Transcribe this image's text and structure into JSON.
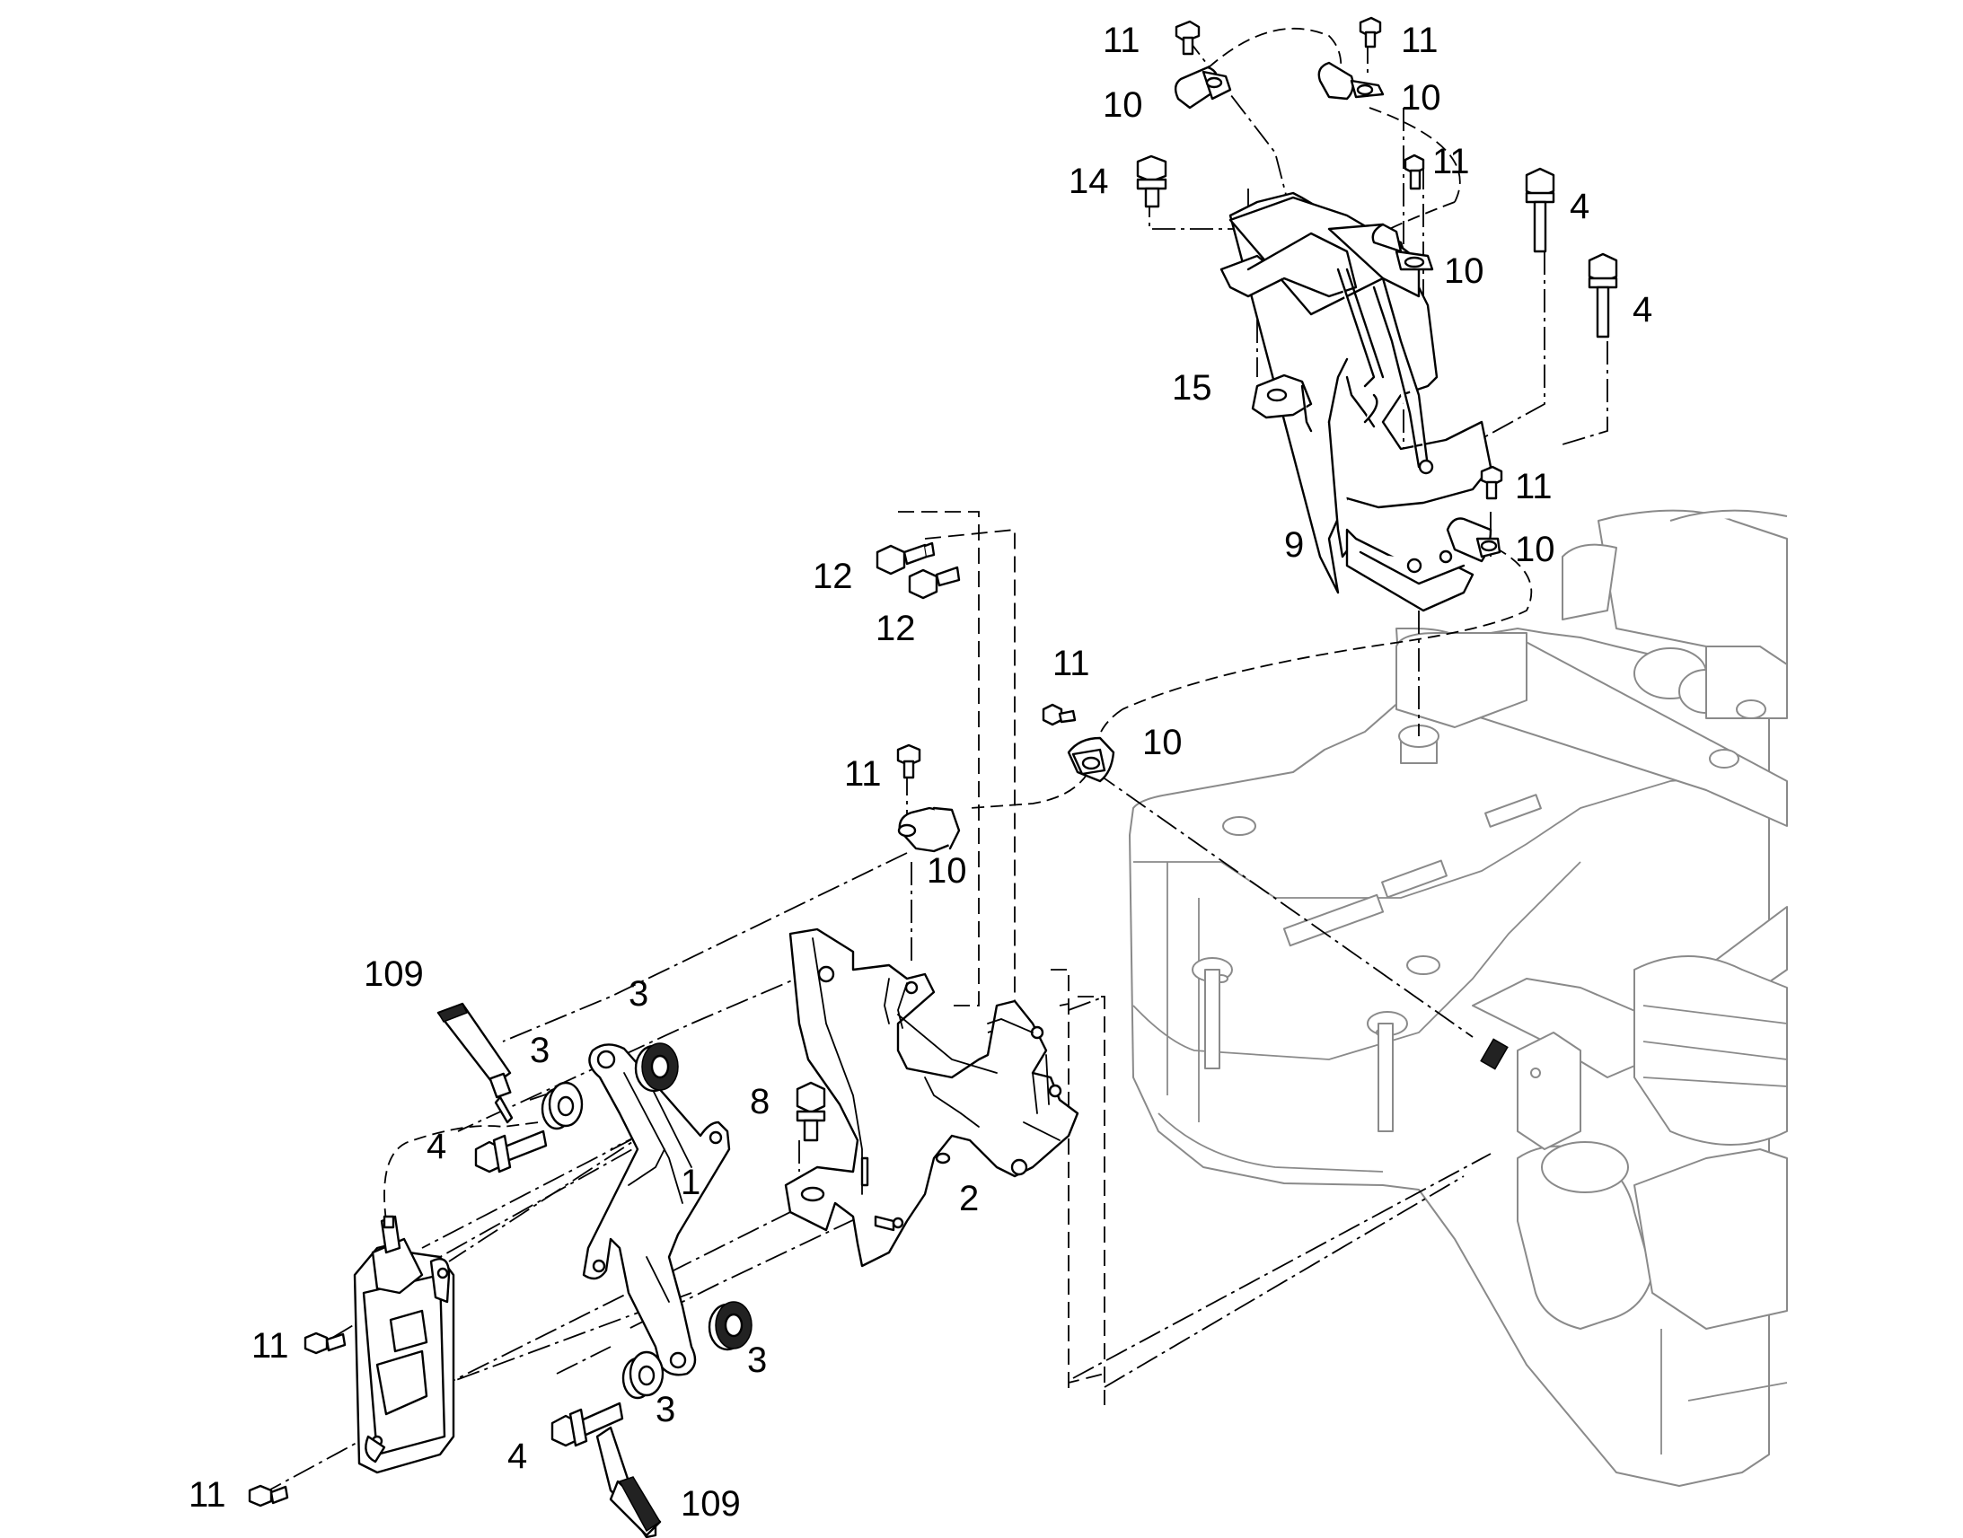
{
  "callouts": {
    "c11_top_left": "11",
    "c11_top_right": "11",
    "c10_top_left": "10",
    "c10_top_right": "10",
    "c14": "14",
    "c11_upper_mid": "11",
    "c4_upper": "4",
    "c10_upper_mid": "10",
    "c4_upper_2": "4",
    "c15": "15",
    "c11_bracket9": "11",
    "c9": "9",
    "c10_bracket9": "10",
    "c12_a": "12",
    "c12_b": "12",
    "c11_mid": "11",
    "c10_mid": "10",
    "c11_left_mid": "11",
    "c10_left_mid": "10",
    "c109_top": "109",
    "c3_a": "3",
    "c3_b": "3",
    "c8": "8",
    "c4_left": "4",
    "c1": "1",
    "c2": "2",
    "c11_sensor": "11",
    "c3_c": "3",
    "c3_d": "3",
    "c4_bottom": "4",
    "c11_bottom": "11",
    "c109_bottom": "109"
  },
  "colors": {
    "line": "#000000",
    "engine_outline": "#8a8a8a",
    "background": "#ffffff"
  }
}
